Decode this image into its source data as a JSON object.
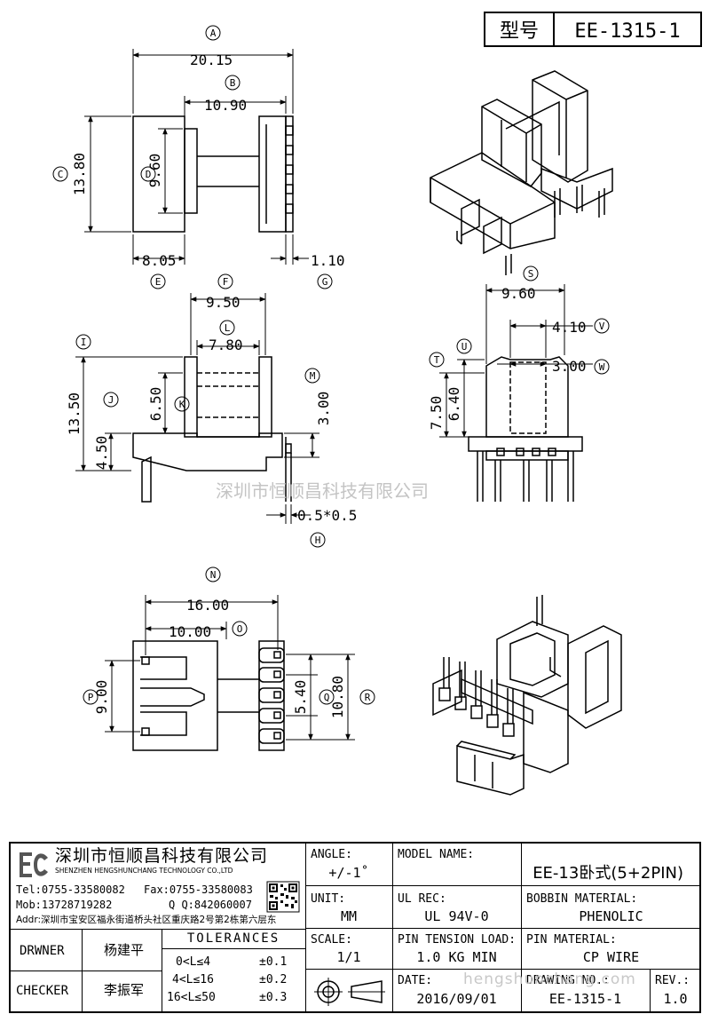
{
  "header": {
    "model_label": "型号",
    "model_value": "EE-1315-1"
  },
  "dimensions": {
    "d_20_15": "20.15",
    "d_10_90": "10.90",
    "d_13_80": "13.80",
    "d_9_60_a": "9.60",
    "d_8_05": "8.05",
    "d_1_10": "1.10",
    "d_9_50": "9.50",
    "d_7_80": "7.80",
    "d_13_50": "13.50",
    "d_6_50": "6.50",
    "d_4_50": "4.50",
    "d_3_00_m": "3.00",
    "d_0_5": "0.5*0.5",
    "d_9_60_s": "9.60",
    "d_4_10": "4.10",
    "d_3_00_w": "3.00",
    "d_7_50": "7.50",
    "d_6_40": "6.40",
    "d_16_00": "16.00",
    "d_10_00": "10.00",
    "d_9_00": "9.00",
    "d_5_40": "5.40",
    "d_10_80": "10.80"
  },
  "markers": {
    "A": "A",
    "B": "B",
    "C": "C",
    "D": "D",
    "E": "E",
    "F": "F",
    "G": "G",
    "H": "H",
    "I": "I",
    "J": "J",
    "K": "K",
    "L": "L",
    "M": "M",
    "N": "N",
    "O": "O",
    "P": "P",
    "Q": "Q",
    "R": "R",
    "S": "S",
    "T": "T",
    "U": "U",
    "V": "V",
    "W": "W"
  },
  "watermark": {
    "company": "深圳市恒顺昌科技有限公司",
    "url": "hengshunchang.com"
  },
  "title_block": {
    "company_cn": "深圳市恒顺昌科技有限公司",
    "company_en": "SHENZHEN HENGSHUNCHANG TECHNOLOGY CO.,LTD",
    "tel": "Tel:0755-33580082",
    "fax": "Fax:0755-33580083",
    "mob": "Mob:13728719282",
    "qq": "Q Q:842060007",
    "addr": "Addr:深圳市宝安区福永街道桥头社区重庆路2号第2栋第六层东",
    "drwner_label": "DRWNER",
    "drwner_value": "杨建平",
    "checker_label": "CHECKER",
    "checker_value": "李振军",
    "tolerances_label": "TOLERANCES",
    "tol_1": "0<L≤4",
    "tol_1v": "±0.1",
    "tol_2": "4<L≤16",
    "tol_2v": "±0.2",
    "tol_3": "16<L≤50",
    "tol_3v": "±0.3",
    "angle_label": "ANGLE:",
    "angle_value": "+/-1˚",
    "unit_label": "UNIT:",
    "unit_value": "MM",
    "scale_label": "SCALE:",
    "scale_value": "1/1",
    "model_name_label": "MODEL NAME:",
    "model_name_value": "EE-13卧式(5+2PIN)",
    "ul_rec_label": "UL REC:",
    "ul_rec_value": "UL 94V-0",
    "bobbin_label": "BOBBIN MATERIAL:",
    "bobbin_value": "PHENOLIC",
    "tension_label": "PIN TENSION LOAD:",
    "tension_value": "1.0 KG MIN",
    "pin_mat_label": "PIN MATERIAL:",
    "pin_mat_value": "CP WIRE",
    "date_label": "DATE:",
    "date_value": "2016/09/01",
    "drawing_label": "DRAWING NO.:",
    "drawing_value": "EE-1315-1",
    "rev_label": "REV.:",
    "rev_value": "1.0"
  }
}
